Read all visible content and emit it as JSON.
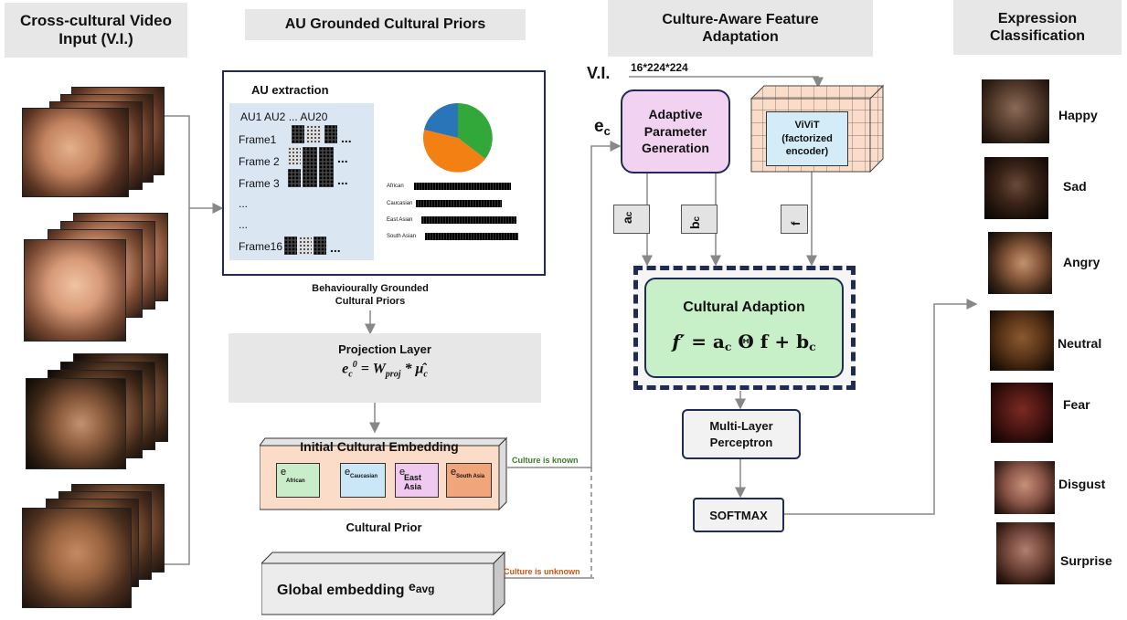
{
  "headers": {
    "input": "Cross-cultural Video Input (V.I.)",
    "priors": "AU Grounded Cultural Priors",
    "adaptation": "Culture-Aware Feature Adaptation",
    "classification": "Expression Classification"
  },
  "au_panel": {
    "title": "AU extraction",
    "au_header": "AU1 AU2 ... AU20",
    "frames": [
      "Frame1",
      "Frame 2",
      "Frame 3",
      "...",
      "...",
      "Frame16"
    ],
    "ellipsis": "...",
    "bar_labels": [
      "African",
      "Caucasian",
      "East Asian",
      "South Asian"
    ]
  },
  "priors_caption": "Behaviourally Grounded Cultural Priors",
  "projection": {
    "title": "Projection Layer"
  },
  "initial_embedding": {
    "title": "Initial Cultural Embedding",
    "items": [
      {
        "sub": "African",
        "color": "#c9ecc9"
      },
      {
        "sub": "Caucasian",
        "color": "#c9e7f7"
      },
      {
        "sub": "East Asia",
        "color": "#efc9ef"
      },
      {
        "sub": "South Asia",
        "color": "#f0a57a"
      }
    ]
  },
  "cultural_prior_caption": "Cultural Prior",
  "global_embedding": {
    "label": "Global embedding",
    "sub": "avg"
  },
  "culture_known": "Culture is known",
  "culture_unknown": "Culture is unknown",
  "vi_label": "V.I.",
  "vi_dims": "16*224*224",
  "ec_label": "e",
  "ec_sub": "c",
  "adaptive_block": "Adaptive Parameter Generation",
  "vivit_block": "ViViT (factorized encoder)",
  "param_ac": "a",
  "param_bc": "b",
  "param_f": "f",
  "cultural_adaption": {
    "title": "Cultural Adaption"
  },
  "mlp": "Multi-Layer Perceptron",
  "softmax": "SOFTMAX",
  "emotions": [
    "Happy",
    "Sad",
    "Angry",
    "Neutral",
    "Fear",
    "Disgust",
    "Surprise"
  ],
  "colors": {
    "header_bg": "#e7e7e7",
    "adaptive_bg": "#f1d3f1",
    "vivit_bg": "#fbdcc8",
    "vivit_inner": "#d3ecf8",
    "cultural_adaption_bg": "#c8f0c8",
    "dashed_border": "#1f2a55",
    "arrow": "#888888",
    "known_text": "#3a7d2a",
    "unknown_text": "#c0581a"
  }
}
